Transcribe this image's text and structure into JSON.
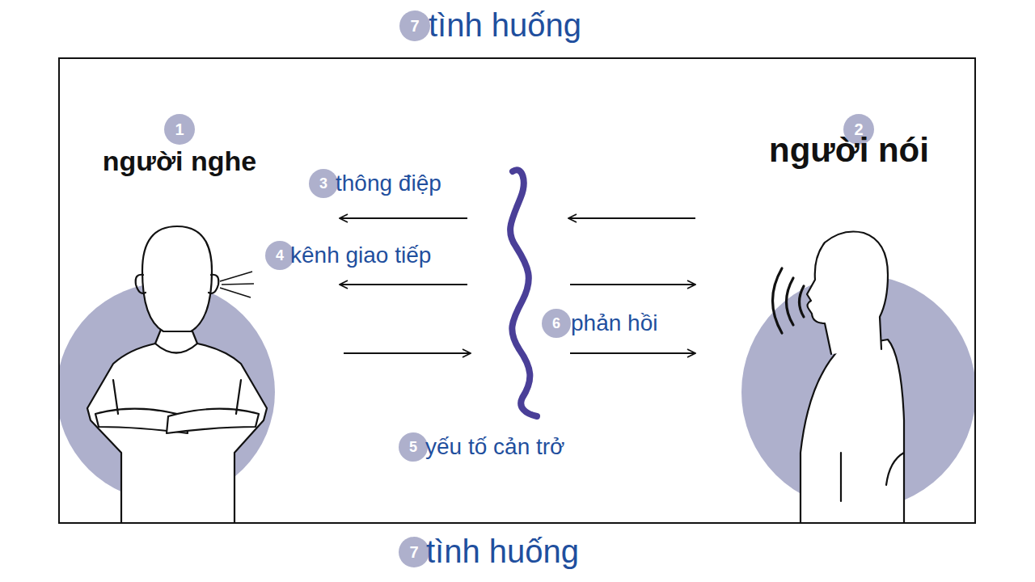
{
  "diagram": {
    "nodes": [
      {
        "text": [
          "7",
          "tình huống"
        ]
      },
      {
        "text": [
          "1",
          "người nghe"
        ]
      },
      {
        "text": [
          "2",
          "người nói"
        ]
      },
      {
        "text": [
          "3",
          "thông điệp"
        ]
      },
      {
        "text": [
          "4",
          "kênh giao tiếp"
        ]
      },
      {
        "text": [
          "6",
          "phản hồi"
        ]
      },
      {
        "text": [
          "5",
          "yếu tố cản trở"
        ]
      },
      {
        "text": [
          "7",
          "tình huống"
        ]
      }
    ]
  }
}
